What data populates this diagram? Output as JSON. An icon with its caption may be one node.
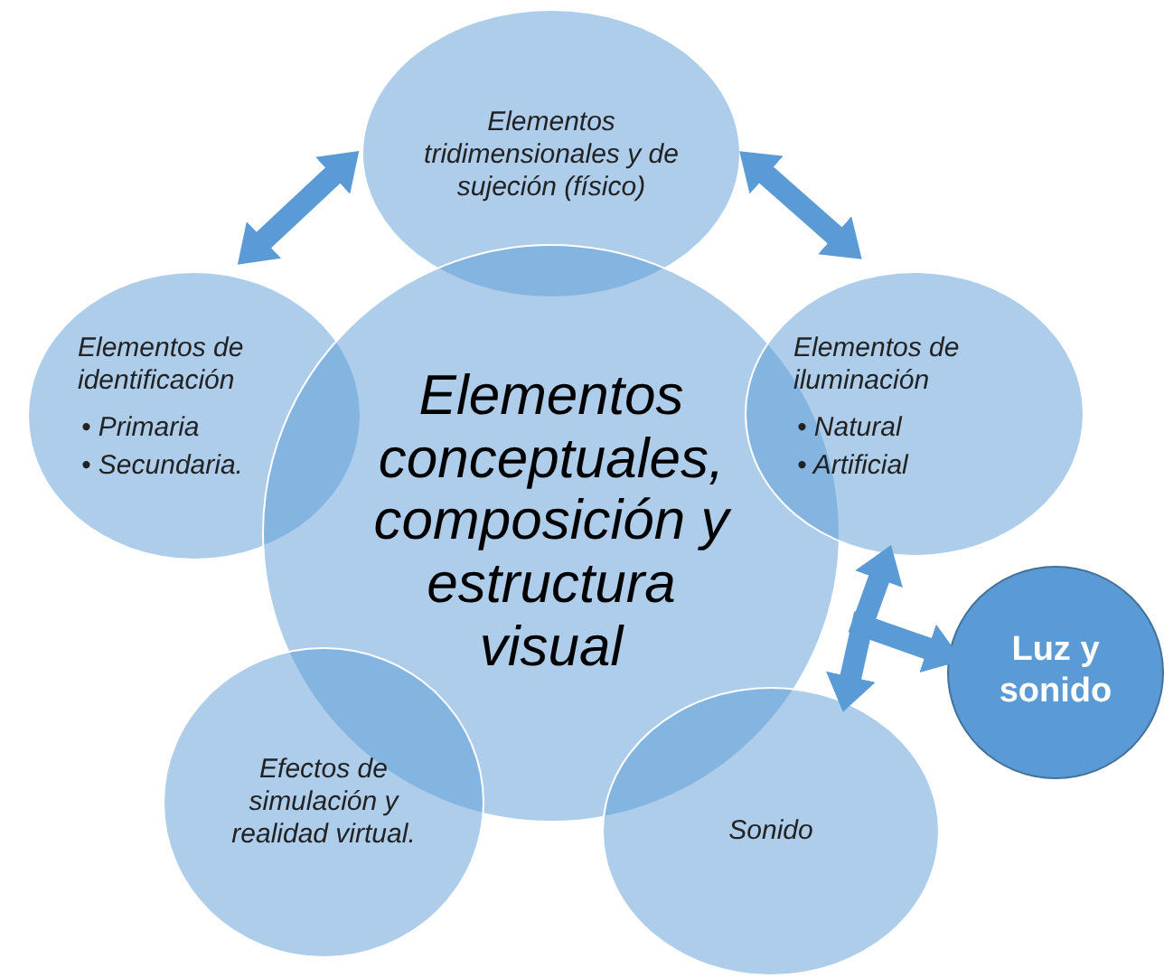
{
  "diagram": {
    "nodes": [
      {
        "text": [
          "Elementos tridimensionales y de sujeción (físico)"
        ]
      },
      {
        "text": [
          "Elementos de identificación",
          "• Primaria",
          "• Secundaria."
        ]
      },
      {
        "text": [
          "Elementos conceptuales, composición y estructura visual"
        ]
      },
      {
        "text": [
          "Elementos de iluminación",
          "• Natural",
          "• Artificial"
        ]
      },
      {
        "text": [
          "Luz y sonido"
        ]
      },
      {
        "text": [
          "Sonido"
        ]
      },
      {
        "text": [
          "Efectos de simulación y realidad virtual."
        ]
      }
    ],
    "edges": [
      {
        "from": 1,
        "to": 0,
        "arrow": "both"
      },
      {
        "from": 0,
        "to": 3,
        "arrow": "both"
      },
      {
        "from": 4,
        "to": 3,
        "arrow": "both"
      },
      {
        "from": 4,
        "to": 5,
        "arrow": "both"
      }
    ]
  }
}
